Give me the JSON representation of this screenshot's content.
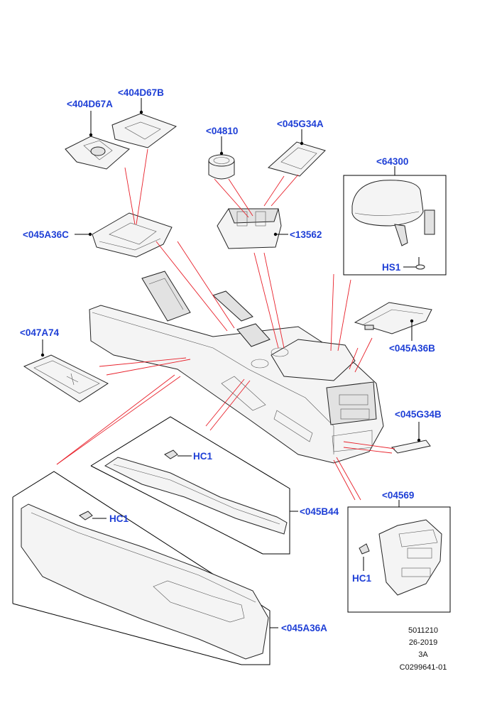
{
  "callouts": {
    "c404D67A": "<404D67A",
    "c404D67B": "<404D67B",
    "c04810": "<04810",
    "c045G34A": "<045G34A",
    "c64300": "<64300",
    "c045A36C": "<045A36C",
    "c13562": "<13562",
    "hs1": "HS1",
    "c047A74": "<047A74",
    "c045A36B": "<045A36B",
    "c045G34B": "<045G34B",
    "hc1_a": "HC1",
    "c045B44": "<045B44",
    "c04569": "<04569",
    "hc1_b": "HC1",
    "hc1_c": "HC1",
    "c045A36A": "<045A36A"
  },
  "footer": {
    "line1": "5011210",
    "line2": "26-2019",
    "line3": "3A",
    "line4": "C0299641-01"
  },
  "colors": {
    "callout": "#1e3fd6",
    "leader": "#e8202a",
    "outline": "#000000"
  }
}
